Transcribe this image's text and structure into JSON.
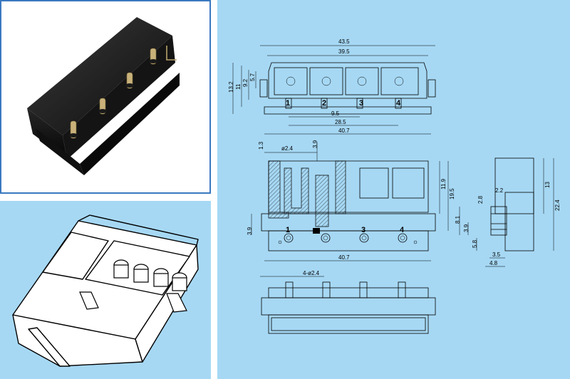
{
  "colors": {
    "background": "#a6d8f4",
    "frame": "#3a78c0",
    "part": "#1c1c1c",
    "pin": "#c9b27a"
  },
  "top_view": {
    "dims": {
      "overall_width": "43.5",
      "inner_width": "39.5",
      "height_total": "13.2",
      "height_a": "11",
      "height_b": "9.2",
      "height_c": "5.7",
      "pitch": "9.5",
      "span": "28.5",
      "base_width": "40.7"
    },
    "pins": [
      "1",
      "2",
      "3",
      "4"
    ]
  },
  "front_view": {
    "dims": {
      "top_a": "1.3",
      "hole": "ø2.4",
      "top_b": "3.9",
      "h_a": "11.9",
      "h_b": "19.5",
      "side": "3.9",
      "base_width": "40.7"
    },
    "pins": [
      "1",
      "3",
      "4"
    ]
  },
  "side_view": {
    "dims": {
      "a": "2.2",
      "b": "2.8",
      "h": "13",
      "h_total": "22.4",
      "c": "8.1",
      "d": "3.9",
      "e": "5.8",
      "f": "3.5",
      "g": "4.8"
    }
  },
  "bottom_view": {
    "dims": {
      "holes": "4-ø2.4"
    }
  }
}
